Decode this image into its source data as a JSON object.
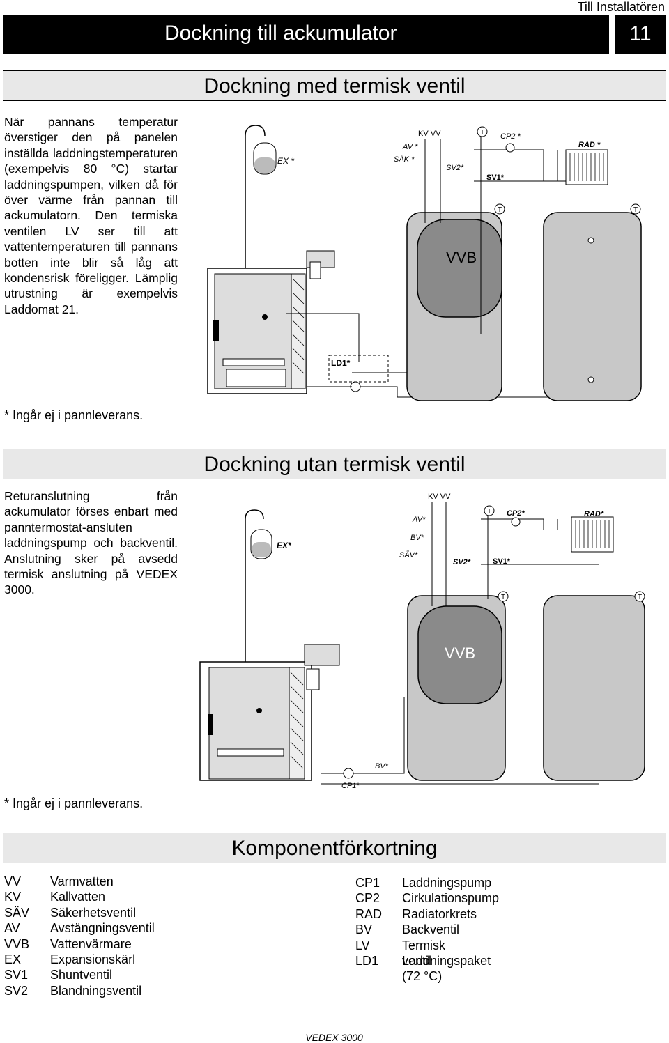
{
  "header": {
    "section": "Till Installatören",
    "title": "Dockning till ackumulator",
    "page_number": "11"
  },
  "section1": {
    "title": "Dockning med termisk ventil",
    "text": "När pannans temperatur överstiger den på panelen inställda laddningstemperaturen (exempelvis 80 °C) startar laddningspumpen, vilken då för över värme från pannan till ackumulatorn. Den termiska ventilen LV ser till att vattentemperaturen till pannans botten inte blir så låg att kondensrisk föreligger. Lämplig utrustning är exempelvis Laddomat 21.",
    "note": "* Ingår ej i pannleverans.",
    "diagram_labels": {
      "ex": "EX *",
      "kv_vv": "KV  VV",
      "av": "AV *",
      "sak": "SÄK *",
      "sv2": "SV2*",
      "cp2": "CP2 *",
      "sv1": "SV1*",
      "rad": "RAD *",
      "vvb": "VVB",
      "ld1": "LD1*",
      "t": "T"
    }
  },
  "section2": {
    "title": "Dockning utan termisk ventil",
    "text": "Returanslutning från ackumulator förses enbart med panntermostat-ansluten laddningspump och backventil. Anslutning sker på avsedd termisk anslutning på VEDEX 3000.",
    "note": "* Ingår ej i pannleverans.",
    "diagram_labels": {
      "ex": "EX*",
      "kv_vv": "KV  VV",
      "av": "AV*",
      "bv": "BV*",
      "sav": "SÄV*",
      "sv2": "SV2*",
      "cp2": "CP2*",
      "sv1": "SV1*",
      "rad": "RAD*",
      "vvb": "VVB",
      "bv_bottom": "BV*",
      "cp1": "CP1*",
      "t": "T"
    }
  },
  "section3": {
    "title": "Komponentförkortning",
    "left": [
      {
        "code": "VV",
        "desc": "Varmvatten"
      },
      {
        "code": "KV",
        "desc": "Kallvatten"
      },
      {
        "code": "SÄV",
        "desc": "Säkerhetsventil"
      },
      {
        "code": "AV",
        "desc": "Avstängningsventil"
      },
      {
        "code": "VVB",
        "desc": "Vattenvärmare"
      },
      {
        "code": "EX",
        "desc": "Expansionskärl"
      },
      {
        "code": "SV1",
        "desc": "Shuntventil"
      },
      {
        "code": "SV2",
        "desc": "Blandningsventil"
      }
    ],
    "right": [
      {
        "code": "CP1",
        "desc": "Laddningspump"
      },
      {
        "code": "CP2",
        "desc": "Cirkulationspump"
      },
      {
        "code": "RAD",
        "desc": "Radiatorkrets"
      },
      {
        "code": "BV",
        "desc": "Backventil"
      },
      {
        "code": "LV",
        "desc": "Termisk ventil (72 °C)"
      },
      {
        "code": "LD1",
        "desc": "Laddningspaket"
      }
    ]
  },
  "footer": "VEDEX 3000"
}
